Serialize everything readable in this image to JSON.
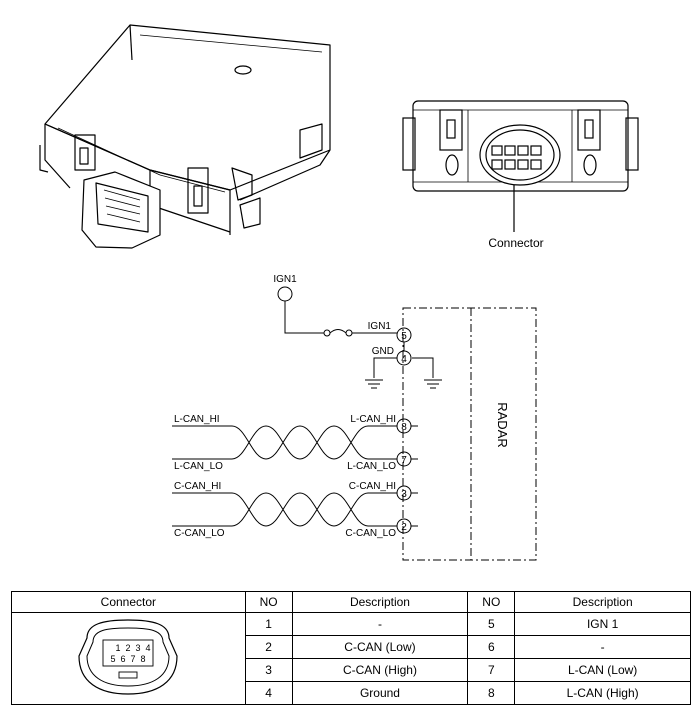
{
  "views": {
    "connector_callout": "Connector"
  },
  "schematic": {
    "power_source_label": "IGN1",
    "module_label": "RADAR",
    "pins": [
      {
        "signal": "IGN1",
        "number": "5"
      },
      {
        "signal": "GND",
        "number": "4"
      },
      {
        "signal": "L-CAN_HI",
        "number": "8"
      },
      {
        "signal": "L-CAN_LO",
        "number": "7"
      },
      {
        "signal": "C-CAN_HI",
        "number": "3"
      },
      {
        "signal": "C-CAN_LO",
        "number": "2"
      }
    ],
    "bus_lines": [
      {
        "label": "L-CAN_HI"
      },
      {
        "label": "L-CAN_LO"
      },
      {
        "label": "C-CAN_HI"
      },
      {
        "label": "C-CAN_LO"
      }
    ]
  },
  "pin_table": {
    "headers": [
      "Connector",
      "NO",
      "Description",
      "NO",
      "Description"
    ],
    "connector_pin_rows": [
      [
        "1",
        "2",
        "3",
        "4"
      ],
      [
        "5",
        "6",
        "7",
        "8"
      ]
    ],
    "rows": [
      {
        "no_left": "1",
        "desc_left": "-",
        "no_right": "5",
        "desc_right": "IGN 1"
      },
      {
        "no_left": "2",
        "desc_left": "C-CAN (Low)",
        "no_right": "6",
        "desc_right": "-"
      },
      {
        "no_left": "3",
        "desc_left": "C-CAN (High)",
        "no_right": "7",
        "desc_right": "L-CAN (Low)"
      },
      {
        "no_left": "4",
        "desc_left": "Ground",
        "no_right": "8",
        "desc_right": "L-CAN (High)"
      }
    ]
  }
}
